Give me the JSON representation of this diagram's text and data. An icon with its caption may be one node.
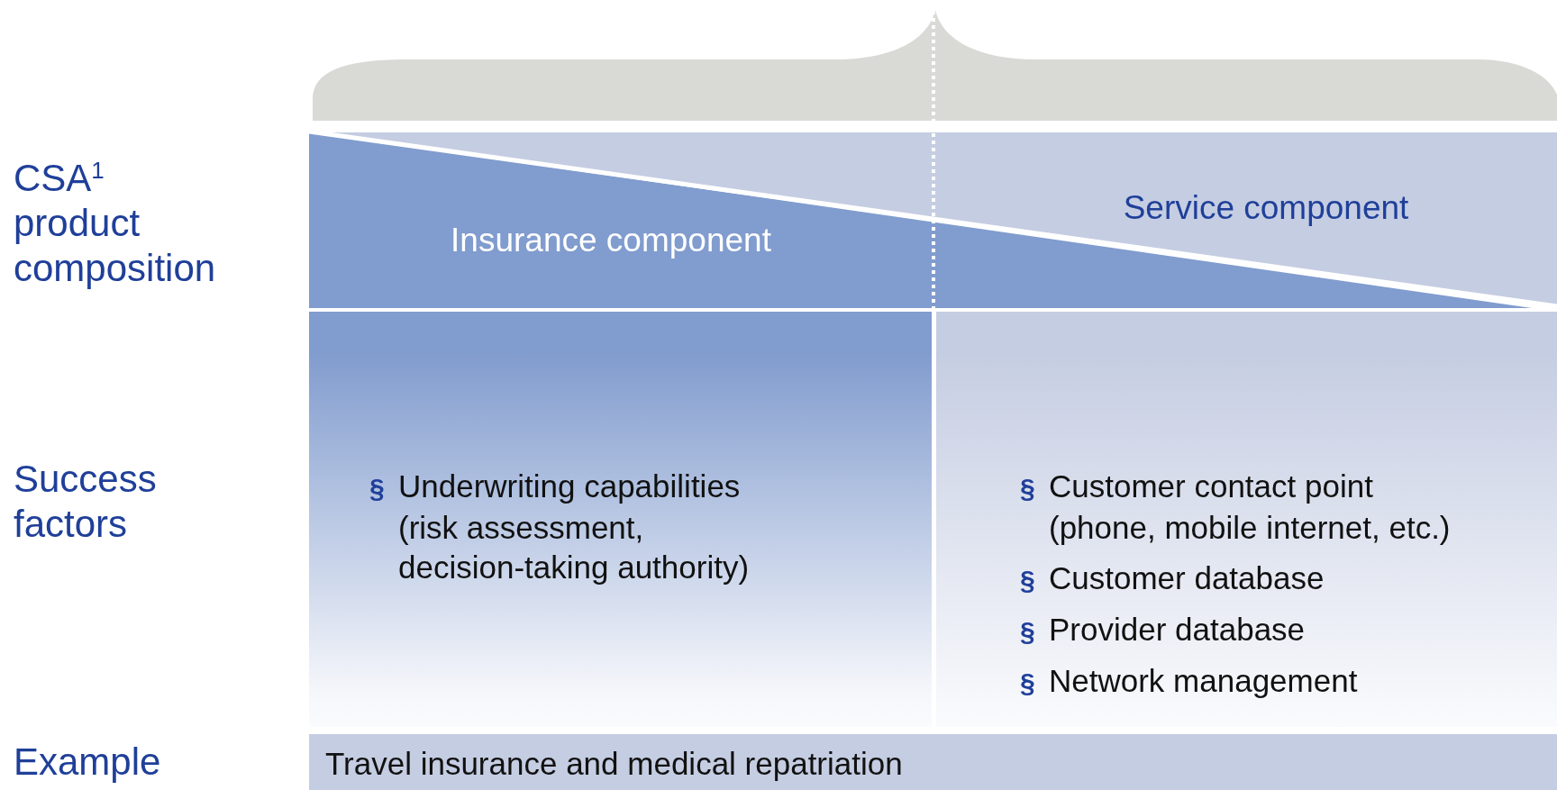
{
  "diagram": {
    "nodes": [
      {
        "text": [],
        "shape": "brace"
      },
      {
        "text": [
          "Insurance component"
        ]
      },
      {
        "text": [
          "Service component"
        ]
      },
      {
        "text": [
          "§ Underwriting capabilities (risk assessment, decision-taking authority)"
        ]
      },
      {
        "text": [
          "§ Customer contact point (phone, mobile internet, etc.)",
          "§ Customer database",
          "§ Provider database",
          "§ Network management"
        ]
      },
      {
        "text": [
          "Travel insurance and medical repatriation"
        ]
      }
    ],
    "labels": [
      "CSA$^{1}$ product composition",
      "Success factors",
      "Example"
    ]
  }
}
